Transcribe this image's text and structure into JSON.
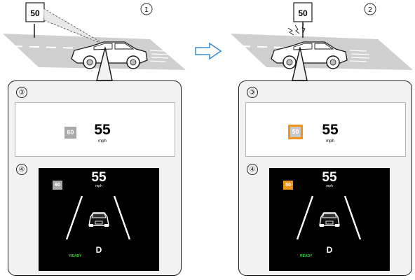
{
  "markers": {
    "scene_1": "①",
    "scene_2": "②",
    "hud": "③",
    "meter": "④"
  },
  "road_sign": {
    "scene_1_value": "50",
    "scene_2_value": "50"
  },
  "panel_before": {
    "hud_sign": "60",
    "hud_speed": "55",
    "hud_unit": "mph",
    "meter_sign": "60",
    "meter_speed": "55",
    "meter_unit": "mph",
    "gear": "D",
    "ready": "READY"
  },
  "panel_after": {
    "hud_sign": "50",
    "hud_speed": "55",
    "hud_unit": "mph",
    "meter_sign": "50",
    "meter_speed": "55",
    "meter_unit": "mph",
    "gear": "D",
    "ready": "READY"
  },
  "colors": {
    "sign_grey": "#a8a8a8",
    "sign_orange": "#f0941e",
    "road": "#cfcfcf",
    "ready_green": "#2ed02e",
    "arrow": "#3a8fd8"
  }
}
